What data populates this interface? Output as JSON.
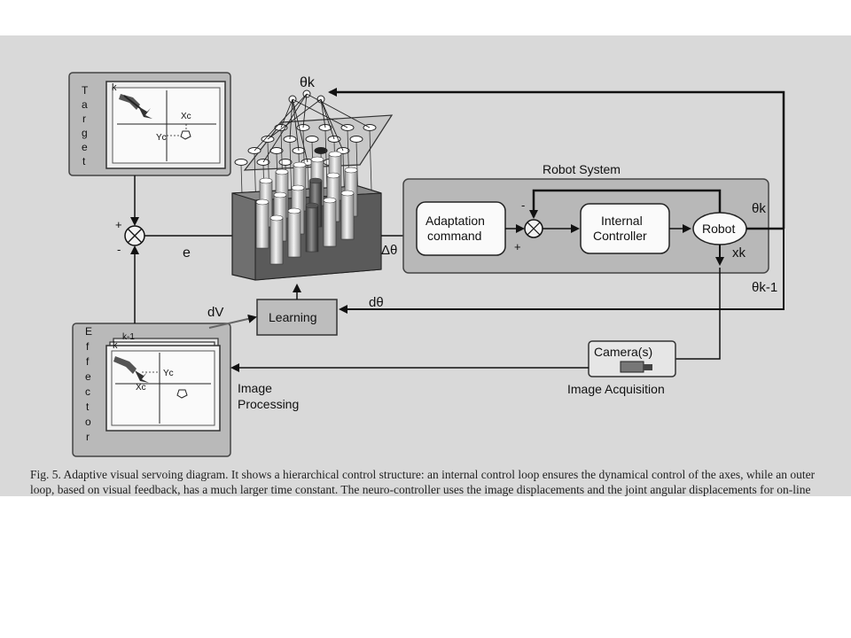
{
  "figure": {
    "caption": "Fig. 5. Adaptive visual servoing diagram. It shows a hierarchical control structure: an internal control loop ensures the dynamical control of the axes, while an outer loop, based on visual feedback, has a much larger time constant. The neuro-controller uses the image displacements and the joint angular displacements for on-line learning.",
    "target_letters": [
      "T",
      "a",
      "r",
      "g",
      "e",
      "t"
    ],
    "effector_letters": [
      "E",
      "f",
      "f",
      "e",
      "c",
      "t",
      "o",
      "r"
    ],
    "labels": {
      "theta_k_top": "θk",
      "robot_system": "Robot System",
      "adaptation_line1": "Adaptation",
      "adaptation_line2": "command",
      "internal_line1": "Internal",
      "internal_line2": "Controller",
      "robot": "Robot",
      "theta_k_out": "θk",
      "x_k": "xk",
      "theta_k_minus_1": "θk-1",
      "e": "e",
      "delta_theta": "Δθ",
      "dV": "dV",
      "d_theta": "dθ",
      "learning": "Learning",
      "camera": "Camera(s)",
      "image_acquisition": "Image Acquisition",
      "image_processing_line1": "Image",
      "image_processing_line2": "Processing",
      "plus_left": "+",
      "minus_left": "-",
      "minus_inner": "-",
      "plus_inner": "+",
      "k_target": "k",
      "k_effector": "k",
      "k_minus_1_effector": "k-1",
      "xc_target": "Xc",
      "yc_target": "Yc",
      "xc_effector": "Xc",
      "yc_effector": "Yc"
    }
  }
}
